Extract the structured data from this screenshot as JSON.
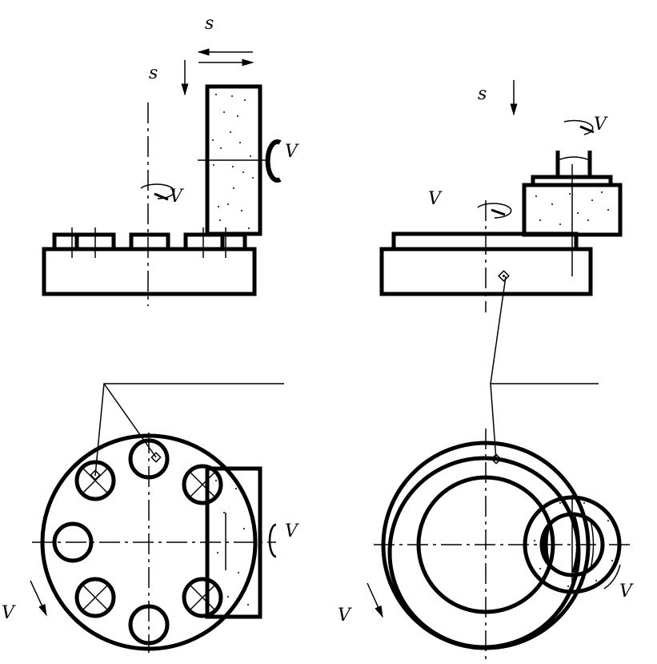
{
  "labels": {
    "tl_feed_horizontal": "s",
    "tl_feed_vertical": "s",
    "tl_table_speed": "V",
    "tl_wheel_speed": "V",
    "tr_feed": "s",
    "tr_wheel_speed": "V",
    "tr_table_speed": "V",
    "bl_table_speed": "V",
    "bl_wheel_speed": "V",
    "br_table_speed": "V",
    "br_wheel_speed": "V"
  }
}
